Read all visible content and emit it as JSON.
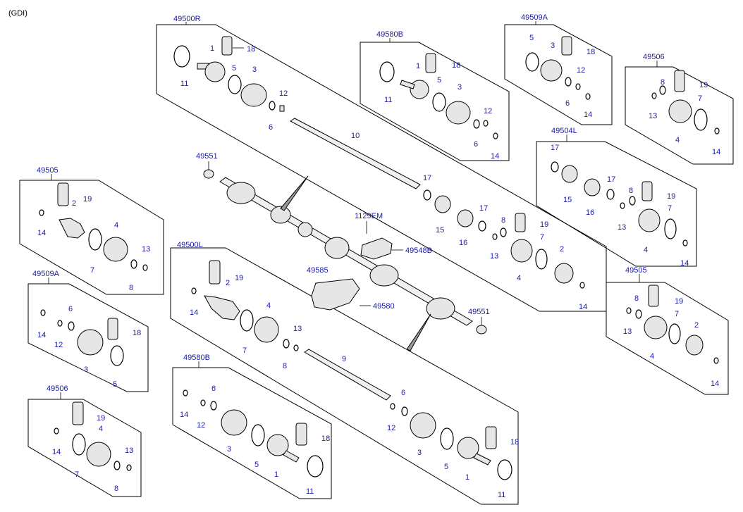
{
  "header": {
    "variant": "(GDI)"
  },
  "groups": {
    "g1": "49500R",
    "g2": "49580B",
    "g3": "49509A",
    "g4": "49506",
    "g5": "49504L",
    "g6": "49505",
    "g7": "49505",
    "g8": "49509A",
    "g9": "49506",
    "g10": "49500L",
    "g11": "49580B"
  },
  "center": {
    "p49551a": "49551",
    "p49551b": "49551",
    "p1129em": "1129EM",
    "p49548b": "49548B",
    "p49585": "49585",
    "p49580": "49580"
  },
  "parts": {
    "n1": "1",
    "n2": "2",
    "n3": "3",
    "n4": "4",
    "n5": "5",
    "n6": "6",
    "n7": "7",
    "n8": "8",
    "n9": "9",
    "n10": "10",
    "n11": "11",
    "n12": "12",
    "n13": "13",
    "n14": "14",
    "n15": "15",
    "n16": "16",
    "n17": "17",
    "n18": "18",
    "n19": "19"
  },
  "colors": {
    "label": "#1a1aa8",
    "line": "#000000"
  }
}
